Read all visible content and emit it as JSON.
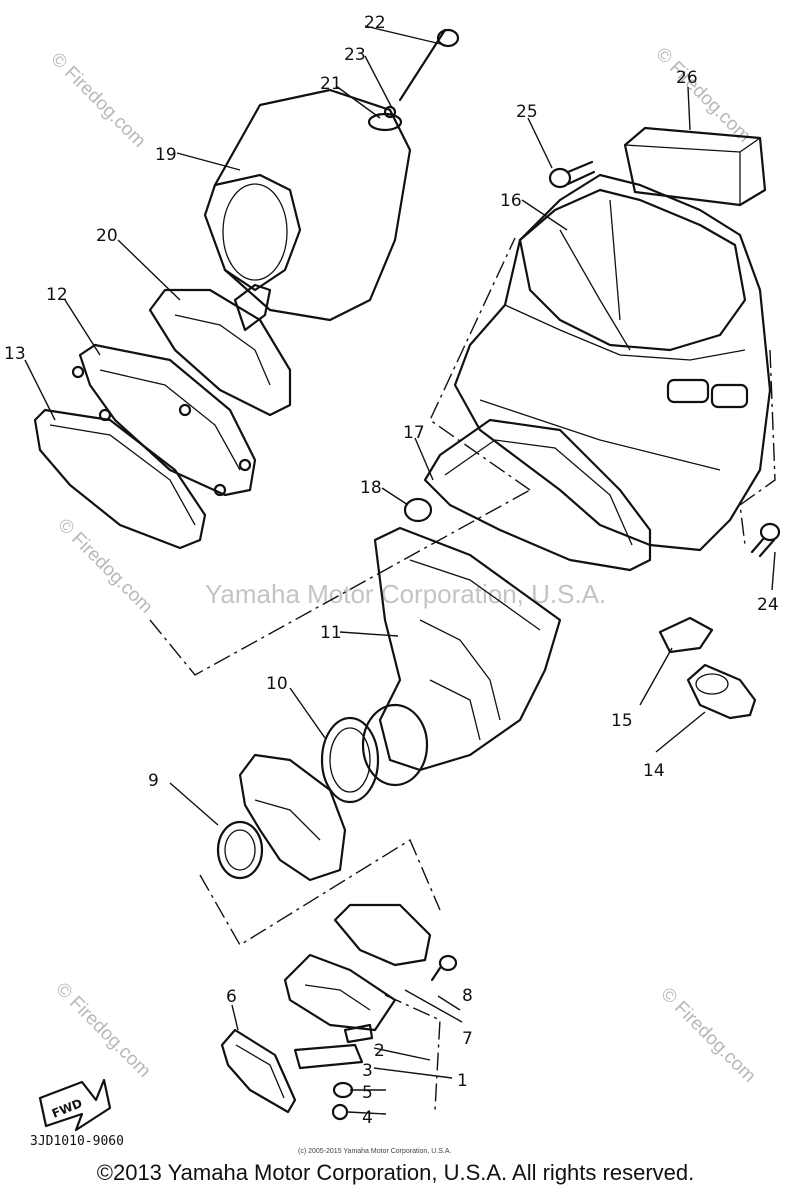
{
  "diagram": {
    "callouts": [
      "1",
      "2",
      "3",
      "4",
      "5",
      "6",
      "7",
      "8",
      "9",
      "10",
      "11",
      "12",
      "13",
      "14",
      "15",
      "16",
      "17",
      "18",
      "19",
      "20",
      "21",
      "22",
      "23",
      "24",
      "25",
      "26"
    ],
    "watermarks": {
      "center": "Yamaha Motor Corporation, U.S.A.",
      "site": "© Firedog.com"
    },
    "direction_label": "FWD",
    "diagram_code": "3JD1010-9060",
    "fine_print": "(c) 2005-2015 Yamaha Motor Corporation, U.S.A."
  },
  "footer": {
    "copyright": "©2013 Yamaha Motor Corporation, U.S.A. All rights reserved."
  }
}
